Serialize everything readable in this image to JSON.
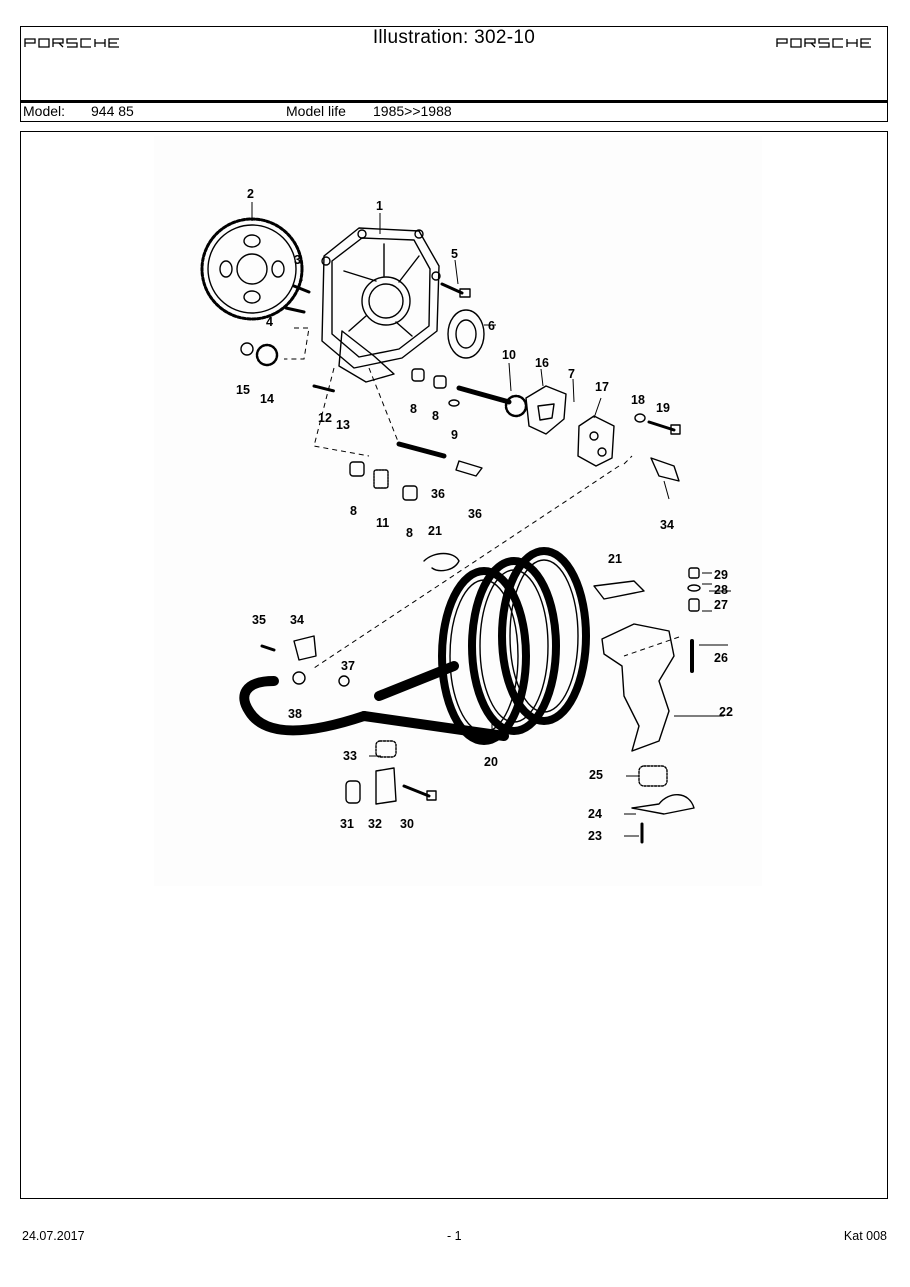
{
  "header": {
    "title": "Illustration: 302-10",
    "brand_logo": "PORSCHE",
    "model_label": "Model:",
    "model_value": "944 85",
    "model_life_label": "Model life",
    "model_life_value": "1985>>1988"
  },
  "illustration": {
    "callouts": [
      "1",
      "2",
      "3",
      "4",
      "5",
      "6",
      "7",
      "8",
      "8",
      "8",
      "8",
      "9",
      "10",
      "11",
      "12",
      "13",
      "14",
      "15",
      "16",
      "17",
      "18",
      "19",
      "20",
      "21",
      "21",
      "22",
      "23",
      "24",
      "25",
      "26",
      "27",
      "28",
      "29",
      "30",
      "31",
      "32",
      "33",
      "34",
      "34",
      "35",
      "36",
      "36",
      "37",
      "38"
    ]
  },
  "footer": {
    "date": "24.07.2017",
    "page": "- 1",
    "catalog": "Kat 008"
  }
}
